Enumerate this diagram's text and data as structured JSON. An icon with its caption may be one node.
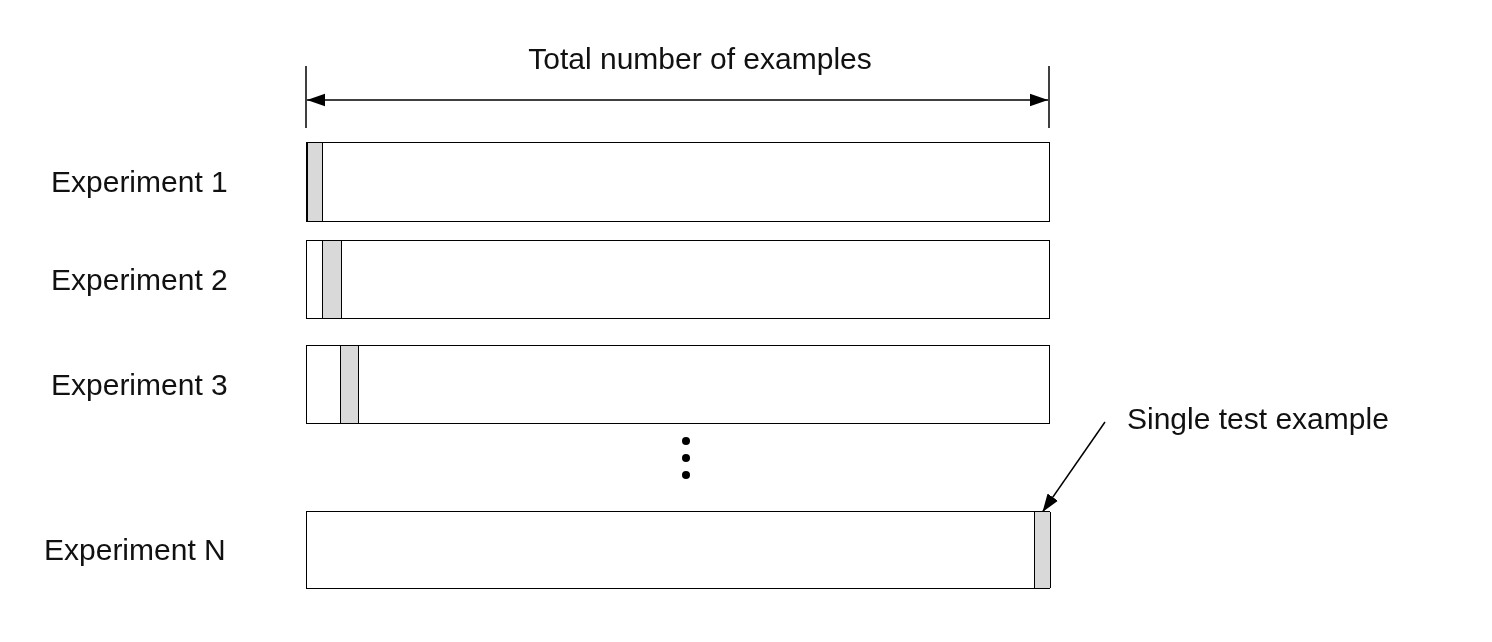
{
  "diagram": {
    "nodes": [
      {
        "text": [],
        "shape": "bar",
        "beside": [
          "Experiment 1"
        ]
      },
      {
        "text": [],
        "shape": "box",
        "in": 0
      },
      {
        "text": [],
        "shape": "bar",
        "beside": [
          "Experiment 2"
        ]
      },
      {
        "text": [],
        "shape": "box",
        "in": 2
      },
      {
        "text": [],
        "shape": "bar",
        "beside": [
          "Experiment 3"
        ]
      },
      {
        "text": [],
        "shape": "box",
        "in": 4
      },
      {
        "text": [],
        "shape": "bar",
        "beside": [
          "Experiment N"
        ]
      },
      {
        "text": [],
        "shape": "box",
        "in": 6
      },
      {
        "text": [
          "Single test example"
        ]
      }
    ],
    "edges": [
      {
        "from": 8,
        "to": 7,
        "arrow": "to"
      }
    ],
    "labels": [
      "Total number of examples"
    ]
  }
}
